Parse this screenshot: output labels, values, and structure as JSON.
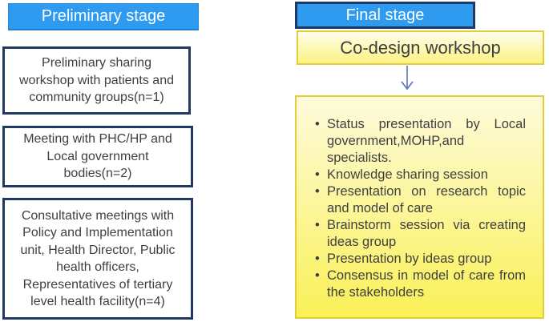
{
  "colors": {
    "stage-blue": "#2E9BF0",
    "navy-border": "#1F3864",
    "yellow-border": "#E3CD3A",
    "yellow-top": "#FEFBDC",
    "yellow-bottom": "#FAF158",
    "workshop-top": "#FFFEEC",
    "workshop-bottom": "#FBF282",
    "text-dark": "#3F3F3F",
    "header-text": "#FFFFFF",
    "arrow-blue": "#4A6AB0"
  },
  "left_column": {
    "header": "Preliminary stage",
    "boxes": [
      "Preliminary sharing\nworkshop with patients and\ncommunity groups(n=1)",
      "Meeting with PHC/HP and\nLocal government\nbodies(n=2)",
      "Consultative meetings with\nPolicy and Implementation\nunit, Health Director, Public\nhealth officers,\nRepresentatives of tertiary\nlevel health facility(n=4)"
    ]
  },
  "right_column": {
    "header": "Final stage",
    "workshop_label": "Co-design workshop",
    "arrow_icon": "down-arrow",
    "bullets": [
      "Status presentation by Local government,MOHP,and specialists.",
      "Knowledge sharing session",
      "Presentation on research topic and model of care",
      "Brainstorm session via creating ideas group",
      "Presentation by ideas group",
      "Consensus in model of care from the stakeholders"
    ]
  }
}
